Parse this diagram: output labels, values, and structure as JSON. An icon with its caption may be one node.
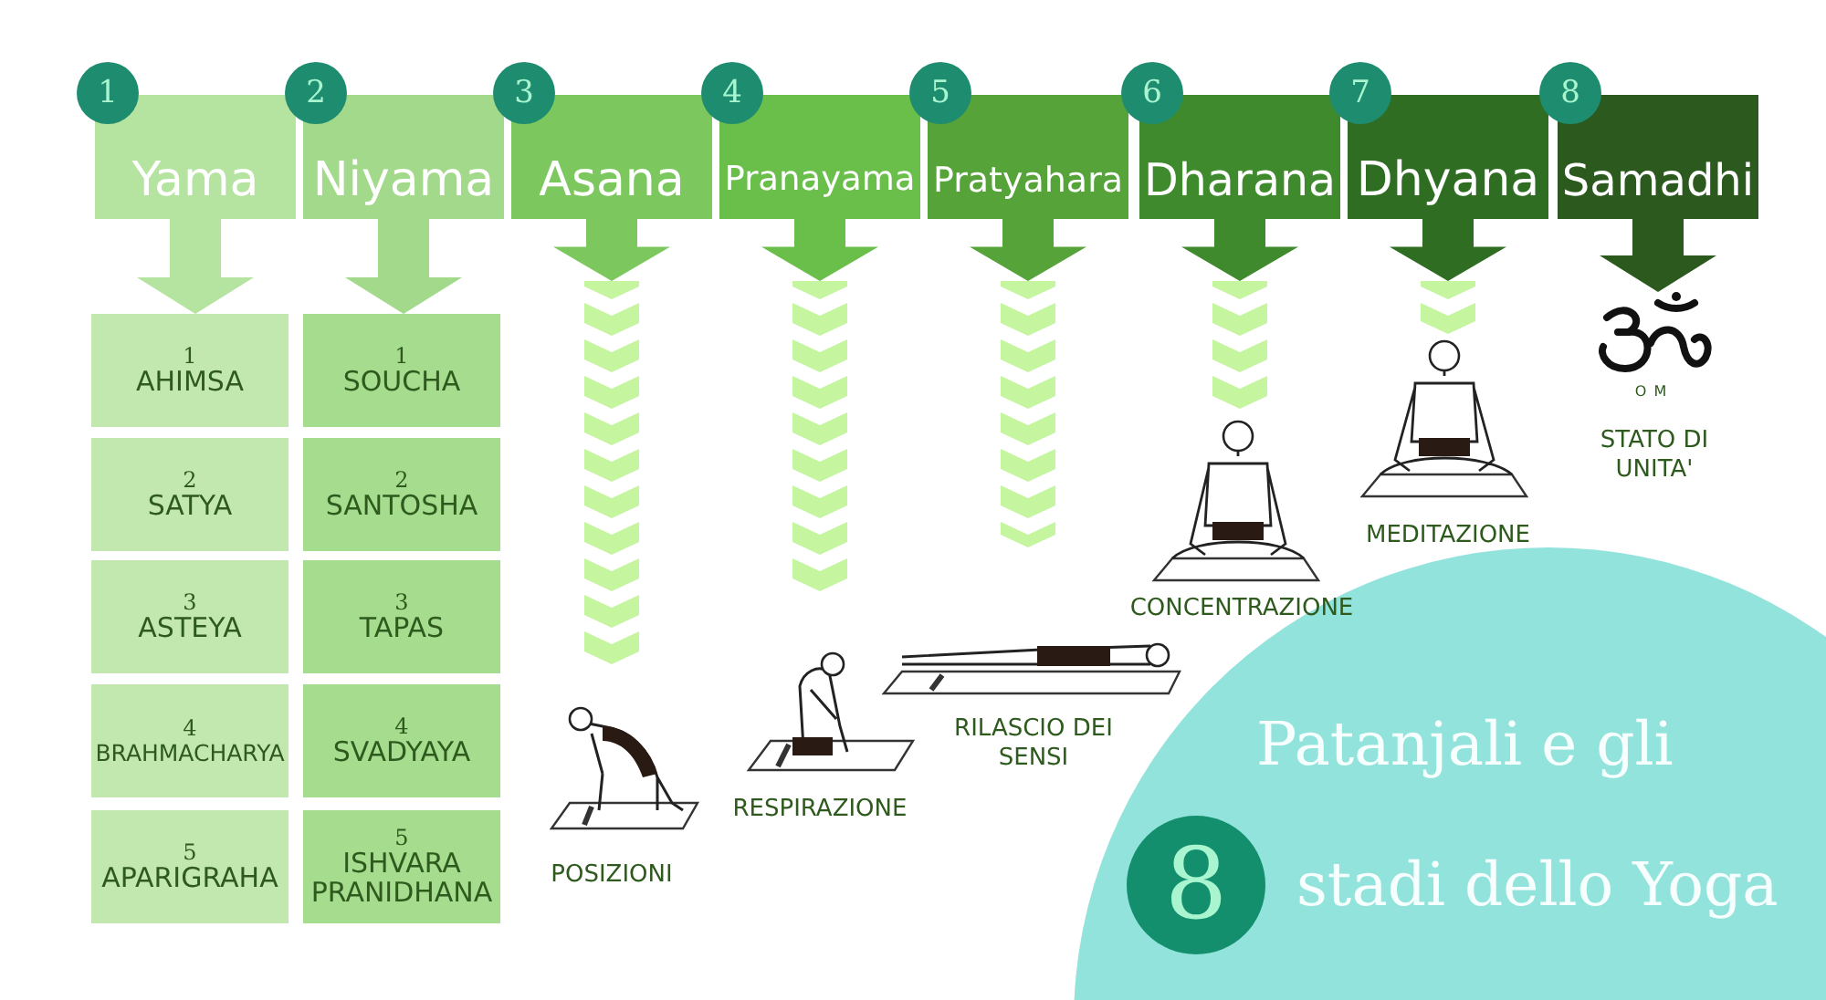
{
  "diagram": {
    "nodes": [
      {
        "text": [
          "1",
          "Yama"
        ]
      },
      {
        "text": [
          "2",
          "Niyama"
        ]
      },
      {
        "text": [
          "3",
          "Asana"
        ]
      },
      {
        "text": [
          "4",
          "Pranayama"
        ]
      },
      {
        "text": [
          "5",
          "Pratyahara"
        ]
      },
      {
        "text": [
          "6",
          "Dharana"
        ]
      },
      {
        "text": [
          "7",
          "Dhyana"
        ]
      },
      {
        "text": [
          "8",
          "Samadhi"
        ]
      },
      {
        "text": [
          "1",
          "AHIMSA"
        ]
      },
      {
        "text": [
          "2",
          "SATYA"
        ]
      },
      {
        "text": [
          "3",
          "ASTEYA"
        ]
      },
      {
        "text": [
          "4",
          "BRAHMACHARYA"
        ]
      },
      {
        "text": [
          "5",
          "APARIGRAHA"
        ]
      },
      {
        "text": [
          "1",
          "SOUCHA"
        ]
      },
      {
        "text": [
          "2",
          "SANTOSHA"
        ]
      },
      {
        "text": [
          "3",
          "TAPAS"
        ]
      },
      {
        "text": [
          "4",
          "SVADYAYA"
        ]
      },
      {
        "text": [
          "5",
          "ISHVARA PRANIDHANA"
        ]
      },
      {
        "text": [],
        "shape": "picture",
        "beside": [
          "POSIZIONI"
        ]
      },
      {
        "text": [],
        "shape": "picture",
        "beside": [
          "RESPIRAZIONE"
        ]
      },
      {
        "text": [],
        "shape": "picture",
        "beside": [
          "RILASCIO DEI SENSI"
        ]
      },
      {
        "text": [],
        "shape": "picture",
        "beside": [
          "CONCENTRAZIONE"
        ]
      },
      {
        "text": [],
        "shape": "picture",
        "beside": [
          "MEDITAZIONE"
        ]
      },
      {
        "text": [],
        "shape": "picture",
        "beside": [
          "OM",
          "STATO DI UNITA'"
        ]
      },
      {
        "text": [
          "Patanjali e gli",
          "stadi dello Yoga"
        ]
      },
      {
        "text": [
          "8"
        ],
        "in": 24
      },
      {
        "text": [],
        "shape": "bar"
      },
      {
        "text": [],
        "shape": "bar"
      },
      {
        "text": [],
        "shape": "bar"
      },
      {
        "text": [],
        "shape": "bar"
      },
      {
        "text": [],
        "shape": "bar"
      }
    ],
    "edges": [
      {
        "from": 0,
        "to": 8,
        "arrow": "to",
        "color": "#b5e3a0"
      },
      {
        "from": 1,
        "to": 13,
        "arrow": "to",
        "color": "#a3d98b"
      },
      {
        "from": 2,
        "to": 26,
        "arrow": "to",
        "color": "#7cc85f"
      },
      {
        "from": 3,
        "to": 27,
        "arrow": "to",
        "color": "#6abf4b"
      },
      {
        "from": 4,
        "to": 28,
        "arrow": "to",
        "color": "#56a33a"
      },
      {
        "from": 5,
        "to": 29,
        "arrow": "to",
        "color": "#3f8a2c"
      },
      {
        "from": 6,
        "to": 30,
        "arrow": "to",
        "color": "#2f6e22"
      },
      {
        "from": 7,
        "to": 23,
        "arrow": "to",
        "color": "#2c5a1e"
      }
    ]
  }
}
